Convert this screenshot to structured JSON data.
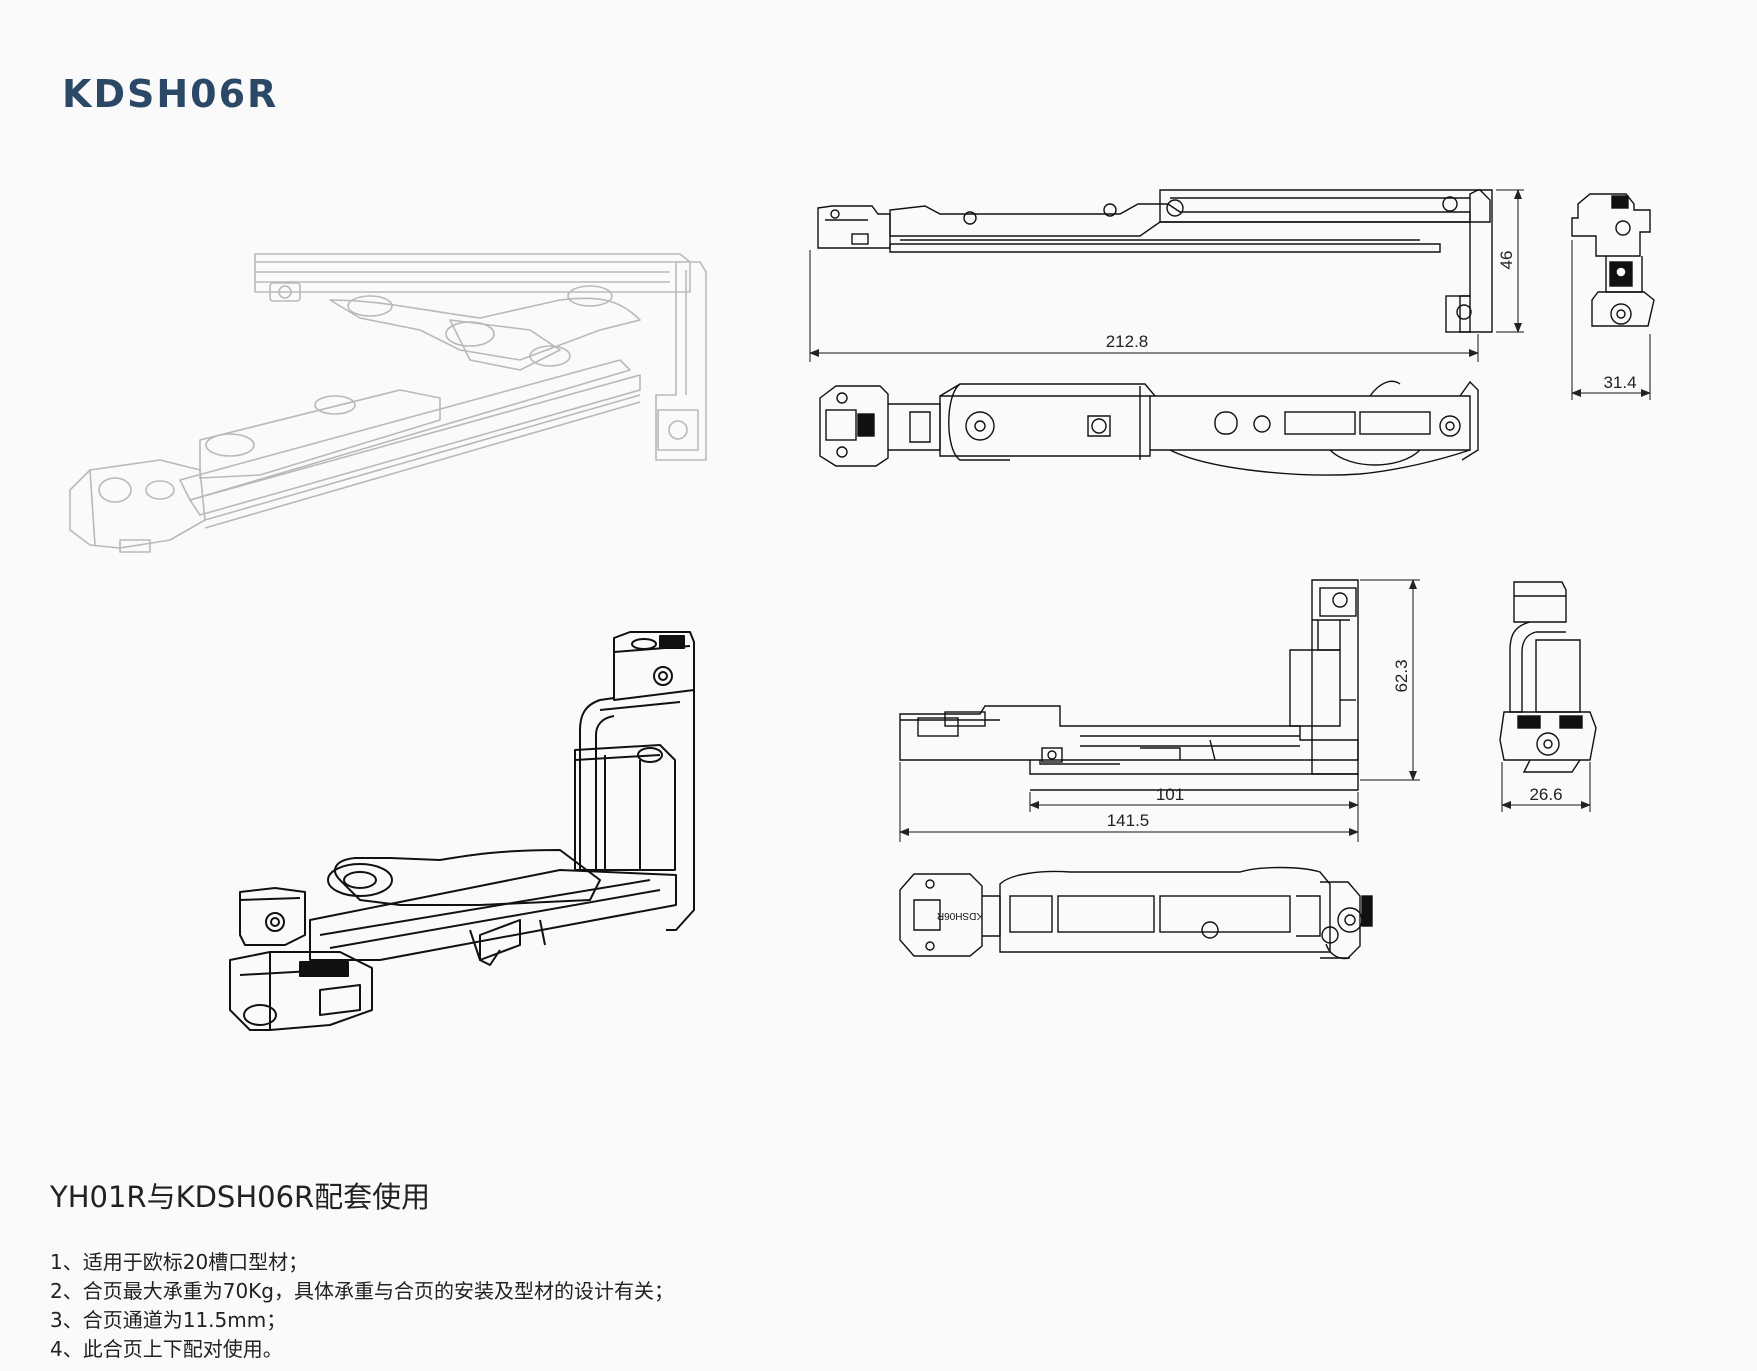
{
  "product": {
    "model": "KDSH06R"
  },
  "dimensions": {
    "top_view_width": "212.8",
    "top_view_height": "46",
    "end_view_top_width": "31.4",
    "front_view_height": "62.3",
    "front_view_inner_width": "101",
    "front_view_total_width": "141.5",
    "end_view_bottom_width": "26.6"
  },
  "part_markings": {
    "body_text": "KDSH06R"
  },
  "usage": {
    "title": "YH01R与KDSH06R配套使用",
    "notes": [
      "1、适用于欧标20槽口型材；",
      "2、合页最大承重为70Kg，具体承重与合页的安装及型材的设计有关；",
      "3、合页通道为11.5mm；",
      "4、此合页上下配对使用。"
    ]
  }
}
